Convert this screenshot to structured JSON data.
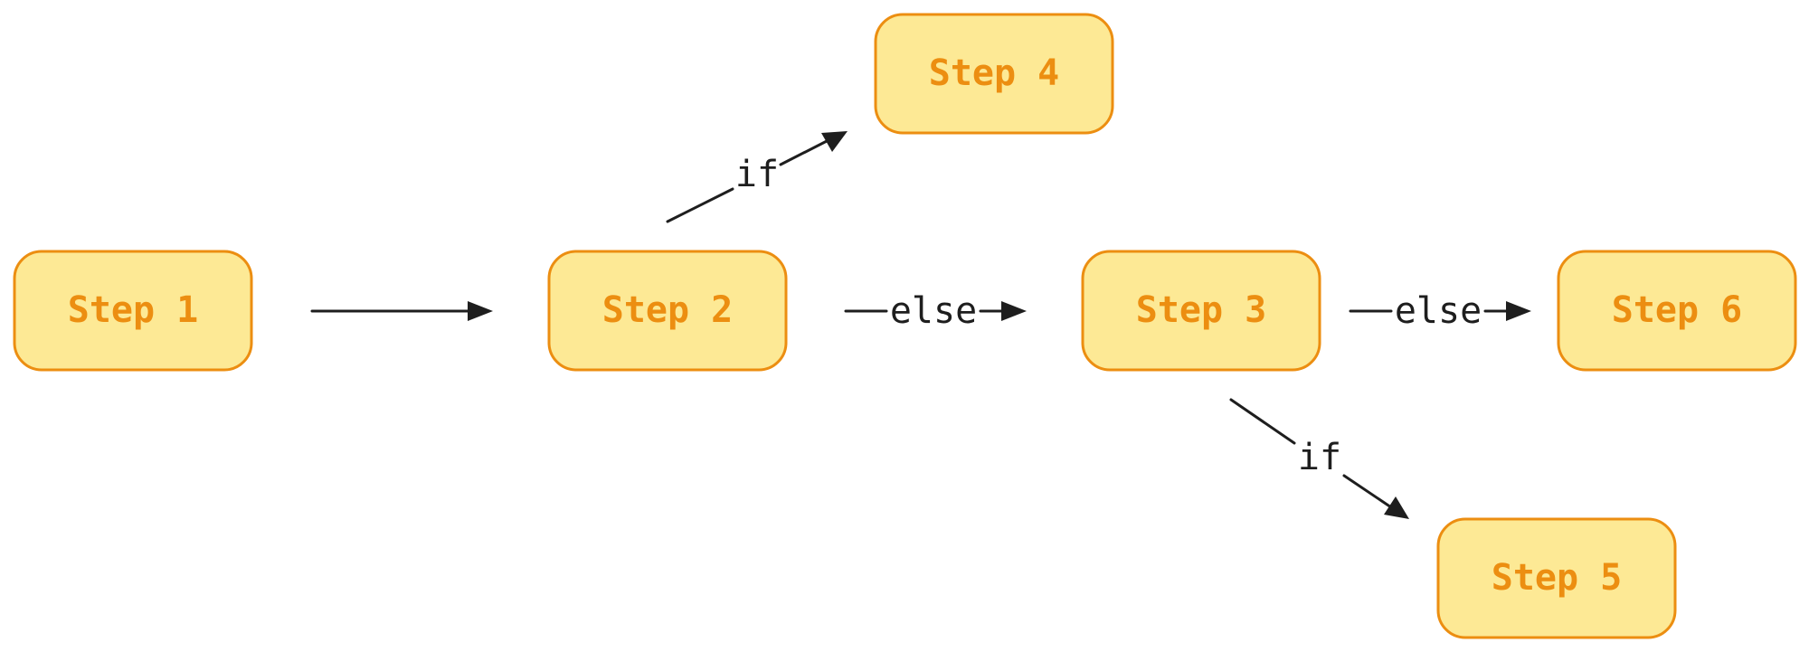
{
  "diagram": {
    "nodes": {
      "step1": {
        "label": "Step 1"
      },
      "step2": {
        "label": "Step 2"
      },
      "step3": {
        "label": "Step 3"
      },
      "step4": {
        "label": "Step 4"
      },
      "step5": {
        "label": "Step 5"
      },
      "step6": {
        "label": "Step 6"
      }
    },
    "edges": {
      "step1_to_step2": {
        "label": ""
      },
      "step2_to_step4": {
        "label": "if"
      },
      "step2_to_step3": {
        "label": "else"
      },
      "step3_to_step6": {
        "label": "else"
      },
      "step3_to_step5": {
        "label": "if"
      }
    },
    "colors": {
      "node_fill": "#fde995",
      "node_border": "#ec8e11",
      "node_text": "#ec8e11",
      "edge": "#1e1e1e"
    }
  }
}
